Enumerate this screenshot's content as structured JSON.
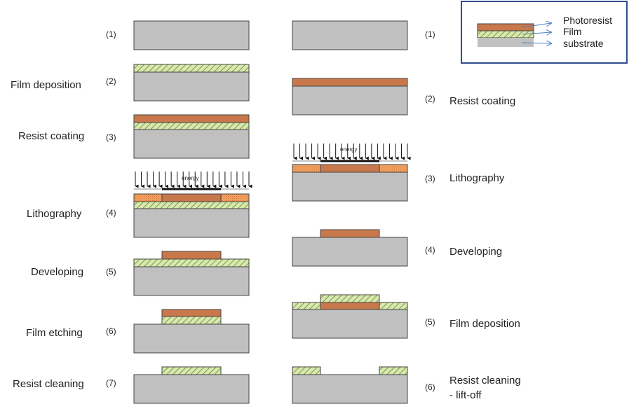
{
  "colors": {
    "substrate": "#c0c0c0",
    "photoresist": "#c8784a",
    "exposed_resist": "#f0a060",
    "film": "#cfe0a0",
    "legend_border": "#2f4f8f",
    "legend_arrow": "#4a7fc0"
  },
  "legend": {
    "photoresist": "Photoresist",
    "film": "Film",
    "substrate": "substrate"
  },
  "energy_label": "energy",
  "left_process": {
    "steps": [
      {
        "num": "(1)",
        "label": ""
      },
      {
        "num": "(2)",
        "label": "Film deposition"
      },
      {
        "num": "(3)",
        "label": "Resist coating"
      },
      {
        "num": "(4)",
        "label": "Lithography"
      },
      {
        "num": "(5)",
        "label": "Developing"
      },
      {
        "num": "(6)",
        "label": "Film etching"
      },
      {
        "num": "(7)",
        "label": "Resist cleaning"
      }
    ]
  },
  "right_process": {
    "steps": [
      {
        "num": "(1)",
        "label": "",
        "label2": ""
      },
      {
        "num": "(2)",
        "label": "Resist coating",
        "label2": ""
      },
      {
        "num": "(3)",
        "label": "Lithography",
        "label2": ""
      },
      {
        "num": "(4)",
        "label": "Developing",
        "label2": ""
      },
      {
        "num": "(5)",
        "label": "Film deposition",
        "label2": ""
      },
      {
        "num": "(6)",
        "label": "Resist cleaning",
        "label2": "- lift-off"
      }
    ]
  }
}
